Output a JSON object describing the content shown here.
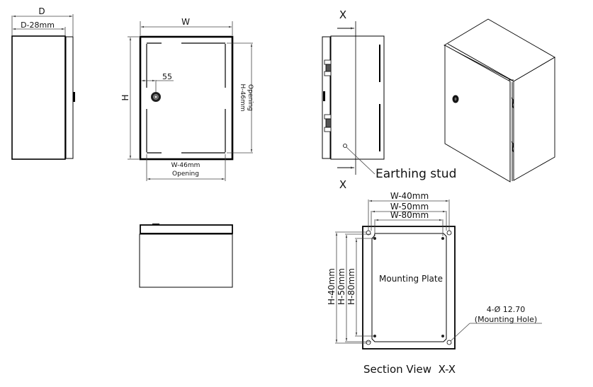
{
  "side_view": {
    "dim_d": "D",
    "dim_d_minus": "D-28mm"
  },
  "front_view": {
    "dim_w": "W",
    "dim_h": "H",
    "dim_lock_offset": "55",
    "opening_h_1": "H-46mm",
    "opening_h_2": "Opening",
    "opening_w_1": "W-46mm",
    "opening_w_2": "Opening"
  },
  "right_view": {
    "section_marker_top": "X",
    "section_marker_bottom": "X",
    "earthing_label": "Earthing stud"
  },
  "section_view": {
    "dim_w1": "W-40mm",
    "dim_w2": "W-50mm",
    "dim_w3": "W-80mm",
    "dim_h1": "H-40mm",
    "dim_h2": "H-50mm",
    "dim_h3": "H-80mm",
    "plate_label": "Mounting Plate",
    "hole_spec_1": "4-Ø 12.70",
    "hole_spec_2": "(Mounting Hole)",
    "title": "Section View  X-X"
  }
}
